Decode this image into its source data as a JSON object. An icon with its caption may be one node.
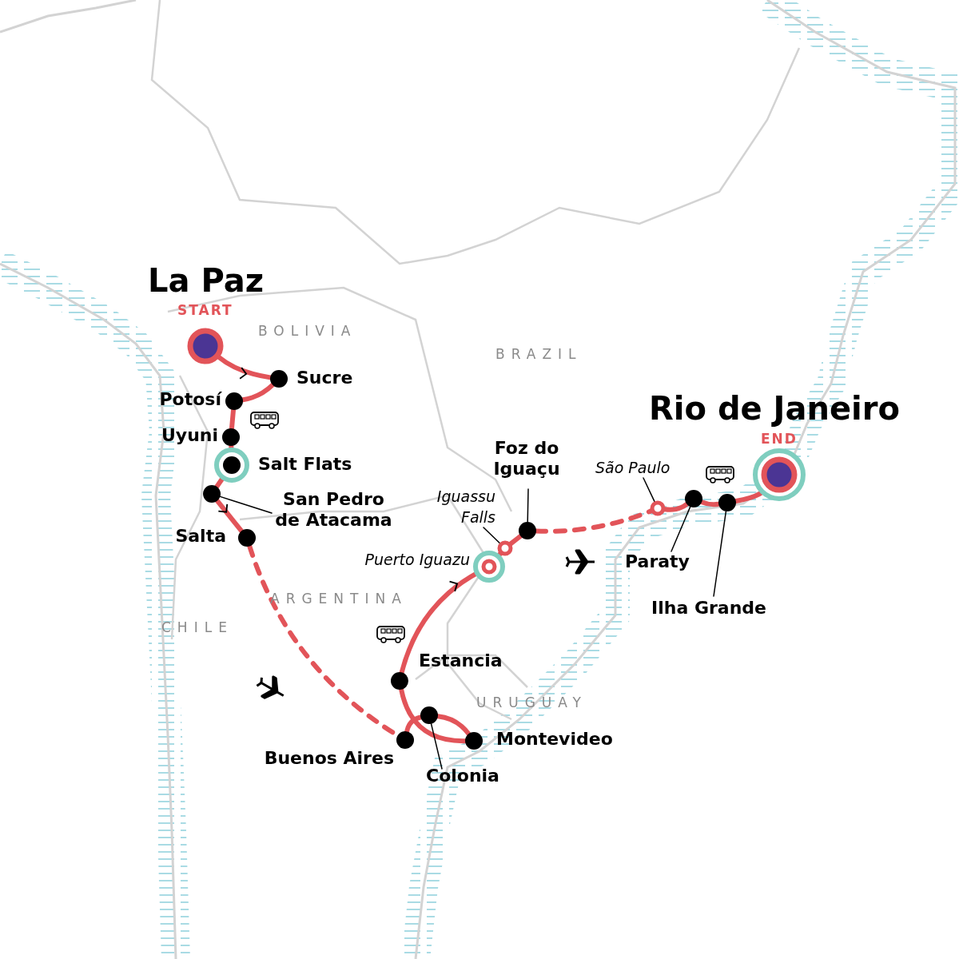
{
  "diagram": {
    "nodes": [
      {
        "text": [],
        "shape": "circle",
        "beside": [
          "La Paz",
          "START"
        ]
      },
      {
        "text": [],
        "shape": "circle",
        "beside": [
          "Sucre"
        ]
      },
      {
        "text": [],
        "shape": "circle",
        "beside": [
          "Potosí"
        ]
      },
      {
        "text": [],
        "shape": "circle",
        "beside": [
          "Uyuni"
        ]
      },
      {
        "text": [],
        "shape": "circle",
        "beside": [
          "Salt Flats"
        ]
      },
      {
        "text": [],
        "shape": "circle"
      },
      {
        "text": [
          "San Pedro de Atacama"
        ]
      },
      {
        "text": [],
        "shape": "circle",
        "beside": [
          "Salta"
        ]
      },
      {
        "text": [
          "Foz do Iguaçu"
        ]
      },
      {
        "text": [],
        "shape": "circle"
      },
      {
        "text": [
          "São Paulo"
        ]
      },
      {
        "text": [],
        "shape": "circle"
      },
      {
        "text": [],
        "shape": "circle"
      },
      {
        "text": [],
        "shape": "circle"
      },
      {
        "text": [],
        "shape": "circle",
        "beside": [
          "Rio de Janeiro",
          "END"
        ]
      },
      {
        "text": [
          "Iguassu Falls"
        ]
      },
      {
        "text": [],
        "shape": "circle"
      },
      {
        "text": [],
        "shape": "circle",
        "beside": [
          "Puerto Iguazu"
        ]
      },
      {
        "text": [
          "Paraty"
        ]
      },
      {
        "text": [
          "Ilha Grande"
        ]
      },
      {
        "text": [],
        "shape": "circle",
        "beside": [
          "Estancia"
        ]
      },
      {
        "text": [],
        "shape": "circle"
      },
      {
        "text": [],
        "shape": "circle",
        "beside": [
          "Buenos Aires"
        ]
      },
      {
        "text": [],
        "shape": "circle",
        "beside": [
          "Montevideo"
        ]
      },
      {
        "text": [
          "Colonia"
        ]
      }
    ],
    "edges": [
      {
        "from": 0,
        "to": 1,
        "arrow": "to"
      },
      {
        "from": 1,
        "to": 2,
        "arrow": "none"
      },
      {
        "from": 2,
        "to": 3,
        "arrow": "none"
      },
      {
        "from": 3,
        "to": 4,
        "arrow": "none"
      },
      {
        "from": 4,
        "to": 5,
        "arrow": "none"
      },
      {
        "from": 5,
        "to": 7,
        "arrow": "to"
      },
      {
        "from": 7,
        "to": 22,
        "arrow": "none",
        "style": "dashed"
      },
      {
        "from": 22,
        "to": 21,
        "arrow": "none"
      },
      {
        "from": 21,
        "to": 23,
        "arrow": "none"
      },
      {
        "from": 23,
        "to": 20,
        "arrow": "none"
      },
      {
        "from": 20,
        "to": 17,
        "arrow": "to"
      },
      {
        "from": 17,
        "to": 16,
        "arrow": "none"
      },
      {
        "from": 16,
        "to": 9,
        "arrow": "none"
      },
      {
        "from": 9,
        "to": 11,
        "arrow": "none",
        "style": "dashed"
      },
      {
        "from": 11,
        "to": 12,
        "arrow": "none"
      },
      {
        "from": 12,
        "to": 13,
        "arrow": "none"
      },
      {
        "from": 13,
        "to": 14,
        "arrow": "none"
      },
      {
        "from": 6,
        "to": 5,
        "arrow": "none",
        "color": "#000000"
      },
      {
        "from": 8,
        "to": 9,
        "arrow": "none",
        "color": "#000000"
      },
      {
        "from": 10,
        "to": 11,
        "arrow": "none",
        "color": "#000000"
      },
      {
        "from": 15,
        "to": 16,
        "arrow": "none",
        "color": "#000000"
      },
      {
        "from": 18,
        "to": 12,
        "arrow": "none",
        "color": "#000000"
      },
      {
        "from": 19,
        "to": 13,
        "arrow": "none",
        "color": "#000000"
      },
      {
        "from": 24,
        "to": 21,
        "arrow": "none",
        "color": "#000000"
      }
    ],
    "labels": [
      "BOLIVIA",
      "BRAZIL",
      "ARGENTINA",
      "CHILE",
      "URUGUAY"
    ]
  }
}
